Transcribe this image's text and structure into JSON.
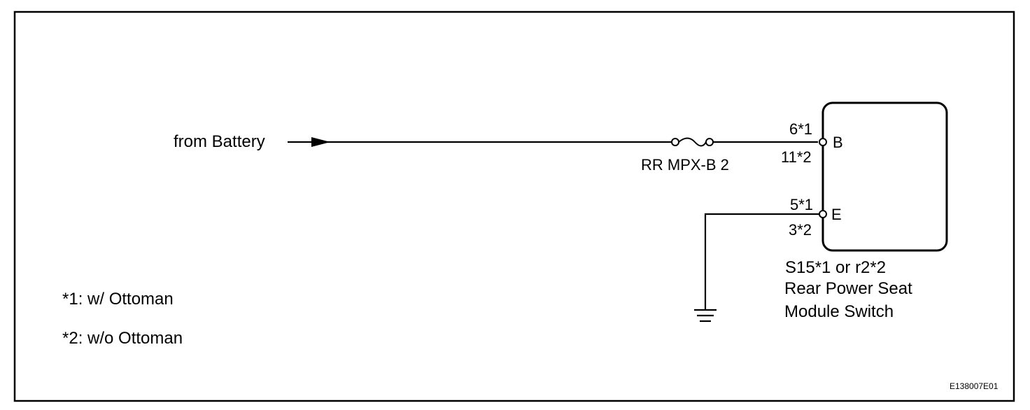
{
  "source_label": "from Battery",
  "fuse": {
    "label": "RR MPX-B 2"
  },
  "component": {
    "id_line": "S15*1 or r2*2",
    "name_line1": "Rear Power Seat",
    "name_line2": "Module Switch"
  },
  "pins": {
    "b": {
      "name": "B",
      "pin_variant_1": "6*1",
      "pin_variant_2": "11*2"
    },
    "e": {
      "name": "E",
      "pin_variant_1": "5*1",
      "pin_variant_2": "3*2"
    }
  },
  "notes": [
    "*1: w/ Ottoman",
    "*2: w/o Ottoman"
  ],
  "figure_code": "E138007E01"
}
